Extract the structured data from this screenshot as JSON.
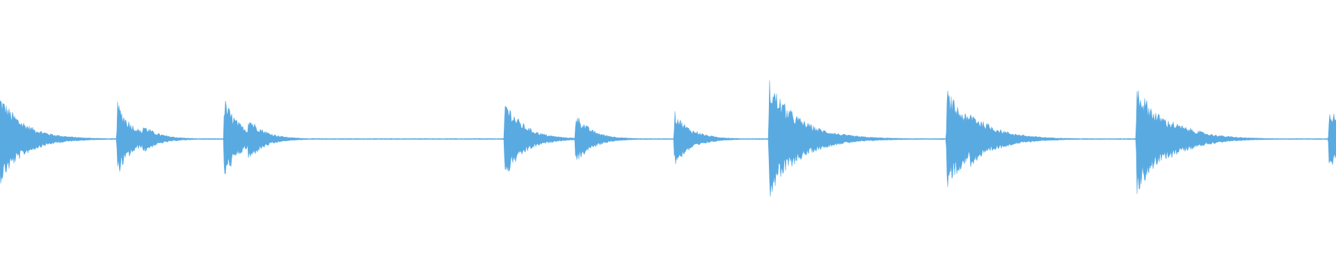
{
  "waveform": {
    "color": "#5aaae2",
    "background": "#ffffff",
    "hits": [
      {
        "t": 0.0,
        "amp": 0.55,
        "decay": 0.018,
        "echoes": []
      },
      {
        "t": 0.088,
        "amp": 0.45,
        "decay": 0.012,
        "echoes": [
          {
            "dt": 0.019,
            "amp": 0.18
          }
        ]
      },
      {
        "t": 0.168,
        "amp": 0.5,
        "decay": 0.012,
        "echoes": [
          {
            "dt": 0.018,
            "amp": 0.28
          }
        ]
      },
      {
        "t": 0.378,
        "amp": 0.5,
        "decay": 0.014,
        "echoes": [
          {
            "dt": 0.017,
            "amp": 0.12
          }
        ]
      },
      {
        "t": 0.431,
        "amp": 0.32,
        "decay": 0.012,
        "echoes": []
      },
      {
        "t": 0.505,
        "amp": 0.34,
        "decay": 0.012,
        "echoes": [
          {
            "dt": 0.016,
            "amp": 0.1
          }
        ]
      },
      {
        "t": 0.576,
        "amp": 0.72,
        "decay": 0.022,
        "echoes": [
          {
            "dt": 0.017,
            "amp": 0.22
          },
          {
            "dt": 0.034,
            "amp": 0.1
          }
        ]
      },
      {
        "t": 0.709,
        "amp": 0.6,
        "decay": 0.02,
        "echoes": [
          {
            "dt": 0.017,
            "amp": 0.35
          },
          {
            "dt": 0.027,
            "amp": 0.22
          },
          {
            "dt": 0.036,
            "amp": 0.14
          },
          {
            "dt": 0.046,
            "amp": 0.08
          }
        ]
      },
      {
        "t": 0.851,
        "amp": 0.68,
        "decay": 0.02,
        "echoes": [
          {
            "dt": 0.011,
            "amp": 0.38
          },
          {
            "dt": 0.018,
            "amp": 0.3
          },
          {
            "dt": 0.025,
            "amp": 0.24
          },
          {
            "dt": 0.032,
            "amp": 0.18
          },
          {
            "dt": 0.039,
            "amp": 0.14
          },
          {
            "dt": 0.046,
            "amp": 0.1
          }
        ]
      },
      {
        "t": 0.995,
        "amp": 0.42,
        "decay": 0.012,
        "echoes": []
      }
    ],
    "noise_floor": 0.006
  }
}
